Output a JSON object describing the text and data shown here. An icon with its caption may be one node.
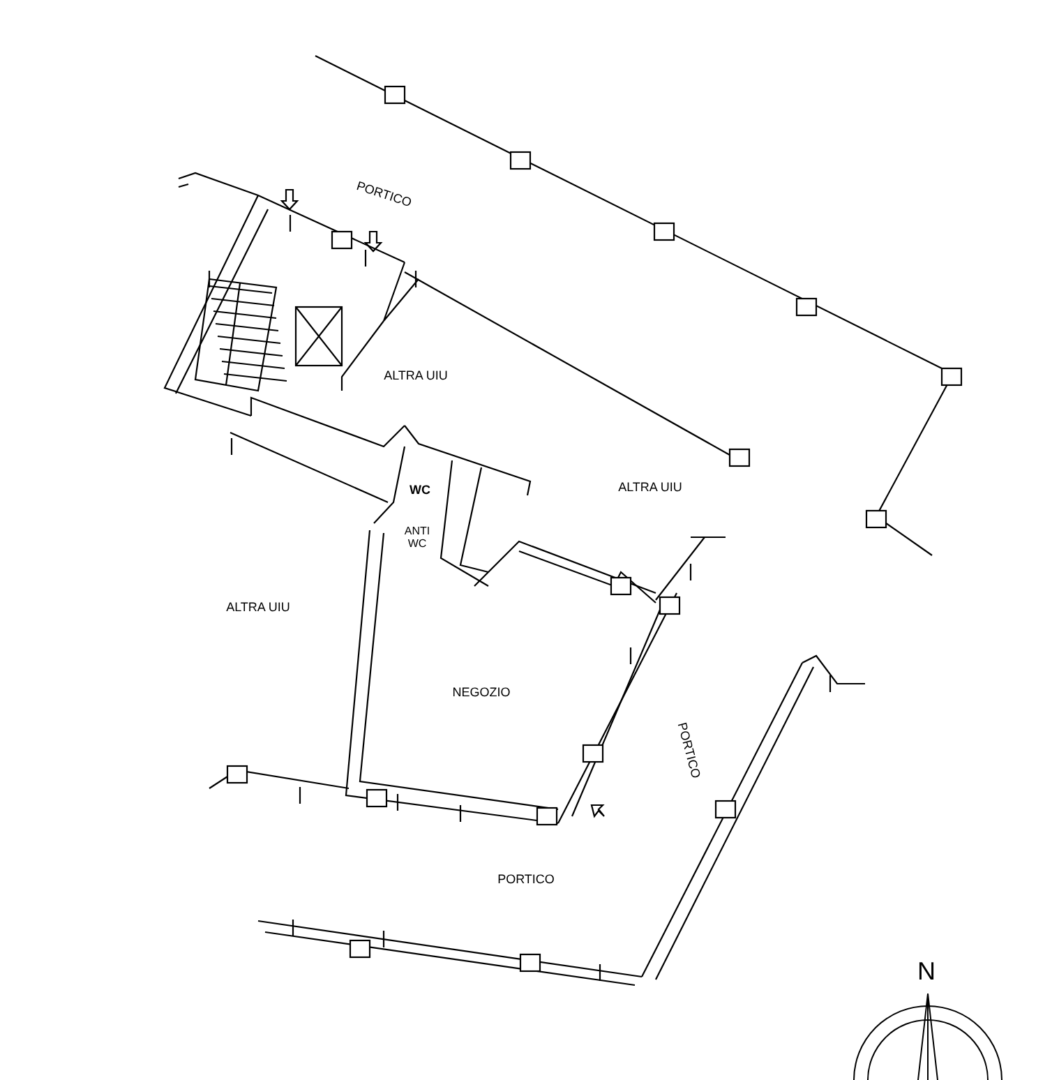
{
  "diagram": {
    "labels": [
      "PORTICO",
      "ALTRA UIU",
      "ALTRA UIU",
      "WC",
      "ANTI WC",
      "ALTRA UIU",
      "NEGOZIO",
      "PORTICO",
      "PORTICO",
      "N"
    ]
  }
}
